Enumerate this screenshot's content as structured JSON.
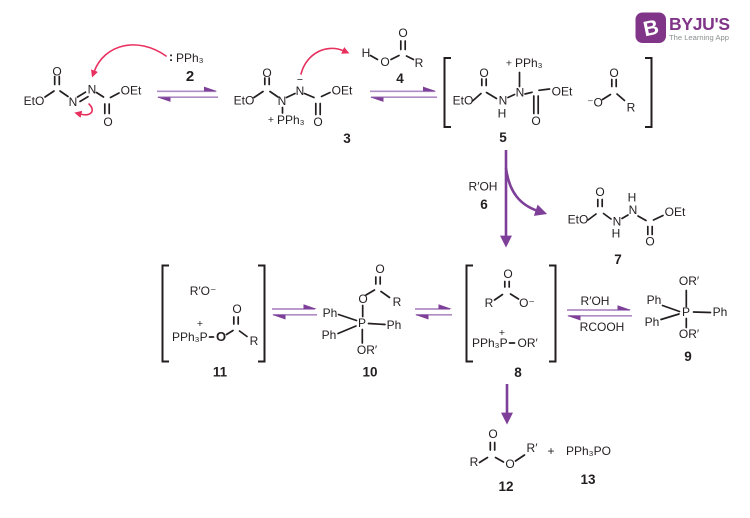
{
  "colors": {
    "ink": "#231f20",
    "pink_arrow": "#e8305f",
    "purple_arrow": "#7d3f98",
    "purple_light_line": "#b08cc4",
    "logo_purple": "#813588",
    "tagline_gray": "#8a8d8f"
  },
  "logo": {
    "icon_letter": "B",
    "brand": "BYJU'S",
    "tagline": "The Learning App"
  },
  "texts": {
    "s1": {
      "eto": "EtO",
      "o_top": "O",
      "n1": "N",
      "n2": "N",
      "oet": "OEt",
      "o_bot": "O"
    },
    "r2": {
      "lone_pair": ":",
      "formula": "PPh₃",
      "num": "2"
    },
    "s3": {
      "eto": "EtO",
      "o_top": "O",
      "n1": "N",
      "plus": "+",
      "pph3": "PPh₃",
      "n2": "N",
      "minus": "−",
      "oet": "OEt",
      "o_bot": "O",
      "num": "3"
    },
    "s4": {
      "h": "H",
      "o": "O",
      "o_top": "O",
      "r": "R",
      "num": "4"
    },
    "s5": {
      "eto": "EtO",
      "o_top": "O",
      "n1": "N",
      "h": "H",
      "n2": "N",
      "plus": "+",
      "pph3": "PPh₃",
      "oet": "OEt",
      "o_bot": "O",
      "anion_o": "⁻O",
      "anion_o_top": "O",
      "anion_r": "R",
      "num": "5"
    },
    "r6": {
      "formula": "R′OH",
      "num": "6"
    },
    "s7": {
      "eto": "EtO",
      "o_top": "O",
      "n1": "N",
      "h1": "H",
      "n2": "N",
      "h2": "H",
      "oet": "OEt",
      "o_bot": "O",
      "num": "7"
    },
    "s11": {
      "alkoxide": "R′O⁻",
      "plus": "+",
      "pph3p": "PPh₃P",
      "o_bold": "O",
      "o_top": "O",
      "r": "R",
      "num": "11"
    },
    "s10": {
      "o_top": "O",
      "r": "R",
      "o_ester": "O",
      "ph1": "Ph",
      "ph2": "Ph",
      "p": "P",
      "ph3": "Ph",
      "orprime": "OR′",
      "num": "10"
    },
    "s8": {
      "r": "R",
      "o_top": "O",
      "o_minus": "O⁻",
      "plus": "+",
      "pph3p": "PPh₃P",
      "orprime": "OR′",
      "num": "8"
    },
    "eq89": {
      "top": "R′OH",
      "bottom": "RCOOH"
    },
    "s9": {
      "or_top": "OR′",
      "ph1": "Ph",
      "ph2": "Ph",
      "p": "P",
      "ph3": "Ph",
      "or_bot": "OR′",
      "num": "9"
    },
    "s12": {
      "r": "R",
      "o_top": "O",
      "o": "O",
      "rprime": "R′",
      "num": "12"
    },
    "plus_products": "+",
    "s13": {
      "formula": "PPh₃PO",
      "num": "13"
    }
  }
}
